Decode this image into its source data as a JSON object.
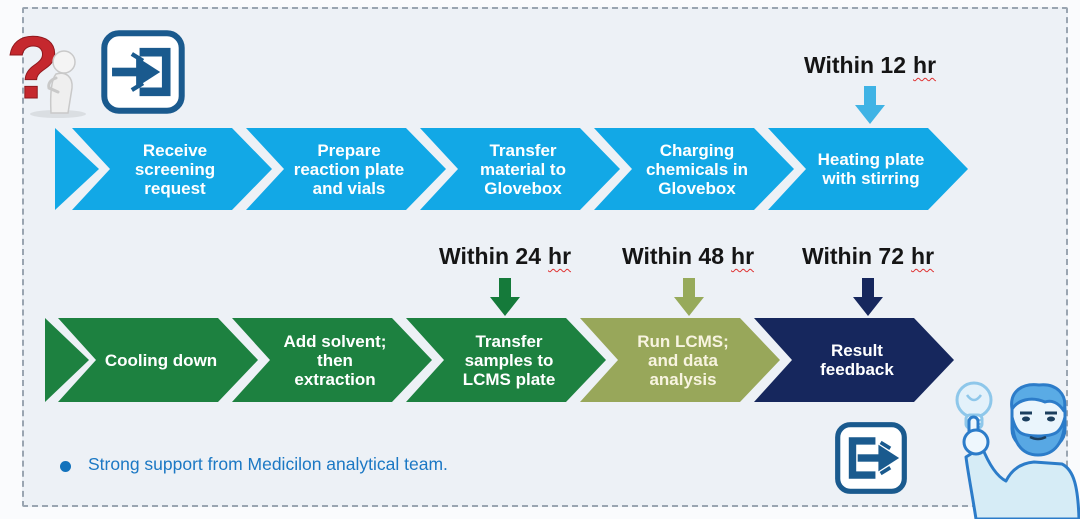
{
  "row1": {
    "color": "#12a8e6",
    "steps": [
      "Receive screening request",
      "Prepare reaction plate and vials",
      "Transfer material to Glovebox",
      "Charging chemicals in Glovebox",
      "Heating plate with stirring"
    ]
  },
  "row2": {
    "steps": [
      {
        "label": "Cooling down",
        "color": "#1d8140",
        "text_color": "#ffffff"
      },
      {
        "label": "Add solvent; then extraction",
        "color": "#1d8140",
        "text_color": "#ffffff"
      },
      {
        "label": "Transfer samples to LCMS plate",
        "color": "#1d8140",
        "text_color": "#ffffff"
      },
      {
        "label": "Run LCMS; and data analysis",
        "color": "#98a75a",
        "text_color": "#f8f4e0"
      },
      {
        "label": "Result feedback",
        "color": "#16275d",
        "text_color": "#ffffff"
      }
    ]
  },
  "timings": [
    {
      "text": "Within 12",
      "unit": "hr",
      "arrow_color": "#3fb3e5"
    },
    {
      "text": "Within 24",
      "unit": "hr",
      "arrow_color": "#157a3a"
    },
    {
      "text": "Within 48",
      "unit": "hr",
      "arrow_color": "#97aa5b"
    },
    {
      "text": "Within 72",
      "unit": "hr",
      "arrow_color": "#16275d"
    }
  ],
  "note": {
    "text": "Strong support from Medicilon analytical team.",
    "color": "#1b78c4"
  },
  "icons": {
    "question_figure": "3d red question mark with thinking figure",
    "enter_icon": "enter arrow icon",
    "exit_icon": "exit arrow icon",
    "idea_man": "man pointing at lightbulb"
  },
  "colors": {
    "frame_bg": "#edf1f6",
    "dash_border": "#9aa5b1",
    "icon_blue": "#1a5a8e",
    "question_red": "#c5282e",
    "cartoon_line": "#2c7cc9"
  }
}
